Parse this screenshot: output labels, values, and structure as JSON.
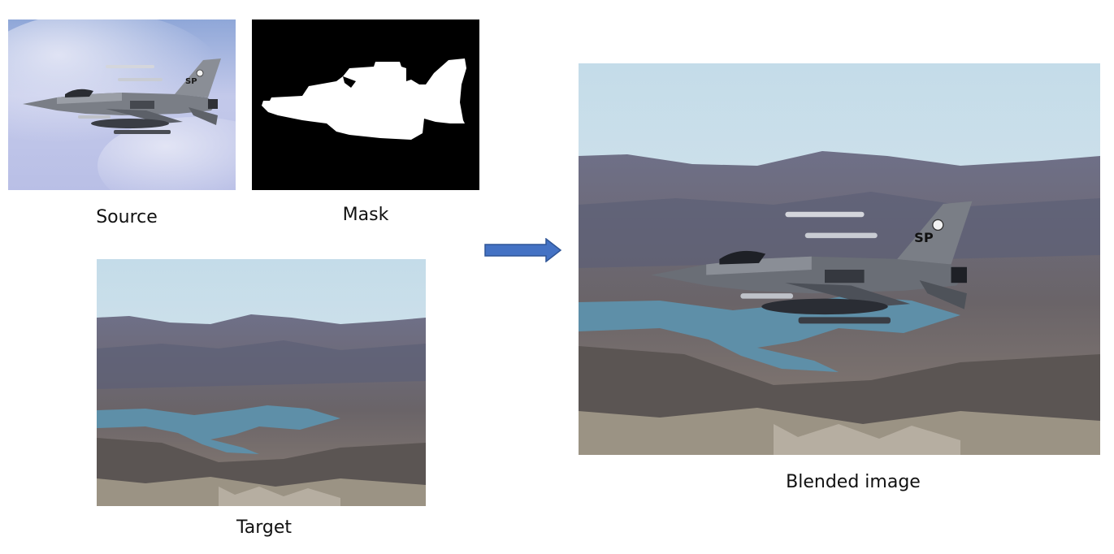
{
  "figure": {
    "source_label": "Source",
    "mask_label": "Mask",
    "target_label": "Target",
    "blended_label": "Blended image",
    "jet_tail_text": "SP"
  },
  "colors": {
    "arrow_fill": "#4472C4",
    "arrow_stroke": "#2F5597",
    "mask_background": "#000000",
    "mask_shape": "#ffffff",
    "sky_source": "#c4c9ec",
    "sky_target": "#cde4ee",
    "lake_water": "#5e8fa8",
    "hills": "#6b6d82",
    "jet_body": "#7a7e86"
  }
}
